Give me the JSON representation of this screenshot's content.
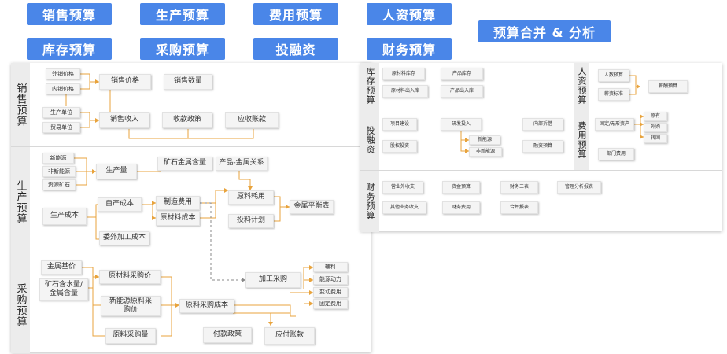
{
  "tabs": {
    "sales": "销售预算",
    "production": "生产预算",
    "expense": "费用预算",
    "hr": "人资预算",
    "inventory": "库存预算",
    "procurement": "采购预算",
    "investment": "投融资",
    "finance": "财务预算",
    "merge": "预算合并 & 分析"
  },
  "left": {
    "sales": {
      "side": "销售预算",
      "export_price": "外销价格",
      "domestic_price": "内销价格",
      "sales_price": "销售价格",
      "sales_qty": "销售数量",
      "prod_unit": "生产单位",
      "trade_unit": "贸易单位",
      "sales_revenue": "销售收入",
      "collection_policy": "收款政策",
      "receivables": "应收账款"
    },
    "production": {
      "side": "生产预算",
      "new_energy": "新能源",
      "non_new_energy": "非新能源",
      "resource_ore": "资源矿石",
      "output": "生产量",
      "ore_metal": "矿石金属含量",
      "product_metal": "产品-金属关系",
      "prod_cost": "生产成本",
      "own_cost": "自产成本",
      "mfg_cost": "制造费用",
      "material_cost": "原材料成本",
      "outsourced_cost": "委外加工成本",
      "material_use": "原料耗用",
      "material_plan": "投料计划",
      "metal_balance": "金属平衡表"
    },
    "procurement": {
      "side": "采购预算",
      "metal_price": "金属基价",
      "ore_water_metal": "矿石含水量/\n金属含量",
      "raw_material_price": "原材料采购价",
      "new_energy_price": "新能源原料采\n购价",
      "raw_material_qty": "原料采购量",
      "material_purchase_cost": "原料采购成本",
      "processing_purchase": "加工采购",
      "payment_policy": "付款政策",
      "payables": "应付账款",
      "auxiliary": "辅料",
      "energy_power": "能源动力",
      "variable_cost": "变动费用",
      "fixed_cost": "固定费用"
    }
  },
  "right": {
    "inventory": {
      "side": "库存预算",
      "raw_inventory": "原材料库存",
      "product_inventory": "产品库存",
      "raw_inout": "原材料出入库",
      "product_inout": "产品出入库"
    },
    "hr": {
      "side": "人资预算",
      "headcount": "人数预算",
      "salary_std": "薪资标准",
      "salary_budget": "薪酬预算"
    },
    "investment": {
      "side": "投融资",
      "project": "项目建设",
      "rnd": "研发投入",
      "internal_loan": "内部拆借",
      "equity": "股权投资",
      "new_energy": "新能源",
      "non_new_energy": "非新能源",
      "financing": "融资预算"
    },
    "expense": {
      "side": "费用预算",
      "fixed_assets": "固定/无形资产",
      "existing": "原有",
      "outsourced": "外购",
      "transfer": "转固",
      "dept_expense": "部门费用"
    },
    "finance": {
      "side": "财务预算",
      "non_op": "营业外收支",
      "fund": "资金预算",
      "statements": "财务三表",
      "mgmt_report": "管理分析报表",
      "other_business": "其他业务收支",
      "fin_expense": "财务费用",
      "consolidated": "合并报表"
    }
  }
}
